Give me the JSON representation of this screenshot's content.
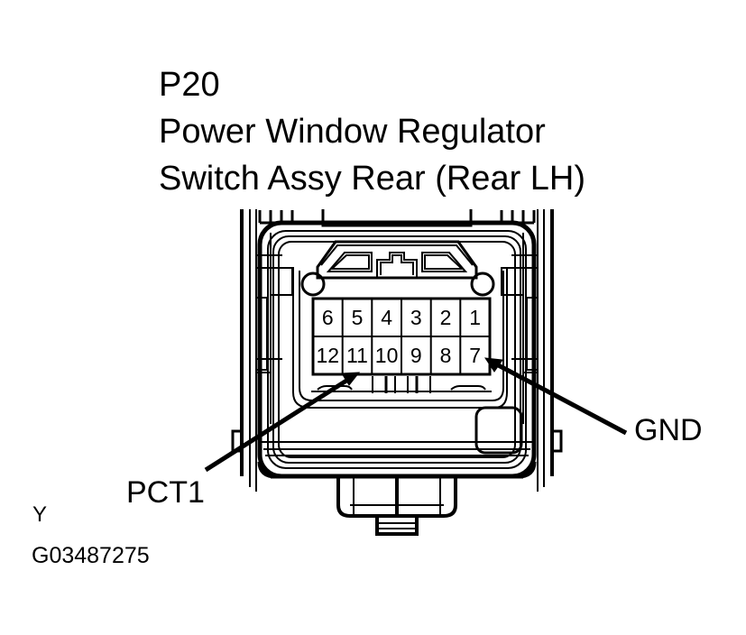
{
  "figure": {
    "code": "P20",
    "name_line1": "Power Window Regulator",
    "name_line2": "Switch Assy Rear (Rear LH)",
    "marker": "Y",
    "figure_id": "G03487275",
    "background_color": "#ffffff",
    "line_color": "#000000"
  },
  "connector": {
    "type": "12-pin rectangular connector, front view",
    "pin_count": 12,
    "rows": 2,
    "columns": 6,
    "grid": {
      "top_row": [
        "6",
        "5",
        "4",
        "3",
        "2",
        "1"
      ],
      "bottom_row": [
        "12",
        "11",
        "10",
        "9",
        "8",
        "7"
      ]
    }
  },
  "callouts": [
    {
      "label": "PCT1",
      "pin": "11",
      "anchor_side": "left"
    },
    {
      "label": "GND",
      "pin": "7",
      "anchor_side": "right"
    }
  ]
}
